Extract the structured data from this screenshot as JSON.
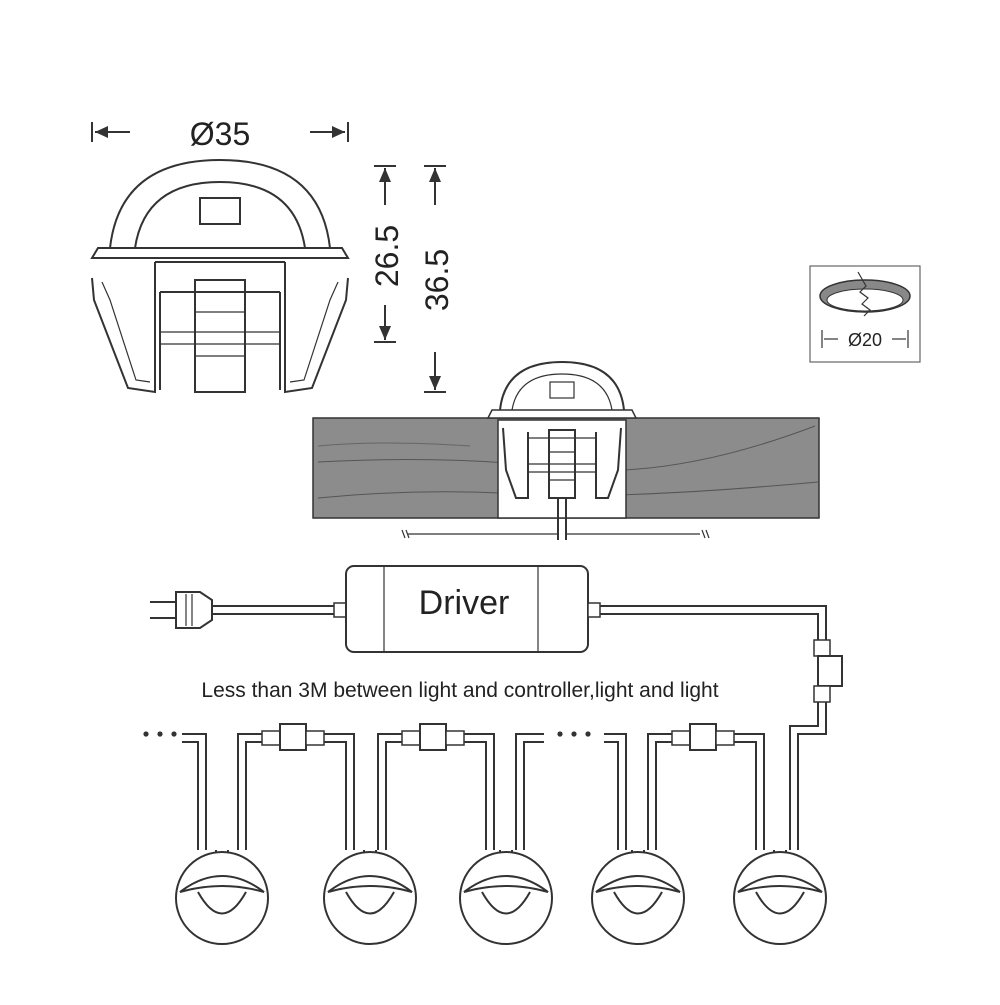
{
  "dimensions": {
    "width_label": "Ø35",
    "height_label": "26.5",
    "total_height_label": "36.5",
    "hole_label": "Ø20"
  },
  "driver": {
    "label": "Driver"
  },
  "note": "Less than 3M between light and controller,light and light",
  "colors": {
    "wood": "#8c8c8c",
    "line": "#333333",
    "light_body": "#ffffff"
  }
}
